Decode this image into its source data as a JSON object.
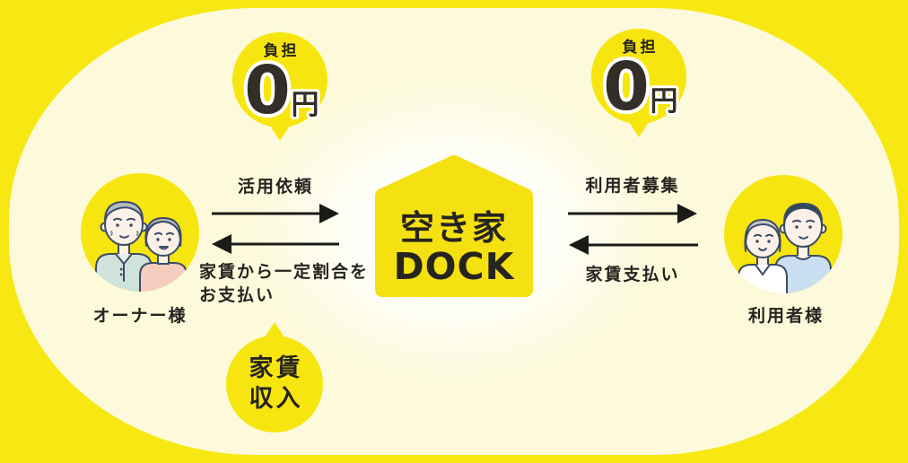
{
  "actors": {
    "owner": {
      "label": "オーナー様"
    },
    "user": {
      "label": "利用者様"
    }
  },
  "service": {
    "name_line1": "空き家",
    "name_line2": "DOCK"
  },
  "flows": {
    "owner_to_service": {
      "label": "活用依頼",
      "direction": "right"
    },
    "service_to_owner": {
      "label_line1": "家賃から一定割合を",
      "label_line2": "お支払い",
      "direction": "left"
    },
    "service_to_user": {
      "label": "利用者募集",
      "direction": "right"
    },
    "user_to_service": {
      "label": "家賃支払い",
      "direction": "left"
    }
  },
  "badges": {
    "owner_cost": {
      "label": "負担",
      "amount": "0",
      "unit": "円"
    },
    "user_cost": {
      "label": "負担",
      "amount": "0",
      "unit": "円"
    },
    "owner_income": {
      "line1": "家賃",
      "line2": "収入"
    }
  },
  "colors": {
    "frame_yellow": "#F7E814",
    "panel_cream": "#FCFADB",
    "accent_yellow": "#F7E50F",
    "house_yellow": "#F5E011",
    "text_dark": "#26241F",
    "arrow_black": "#1A1A18"
  }
}
